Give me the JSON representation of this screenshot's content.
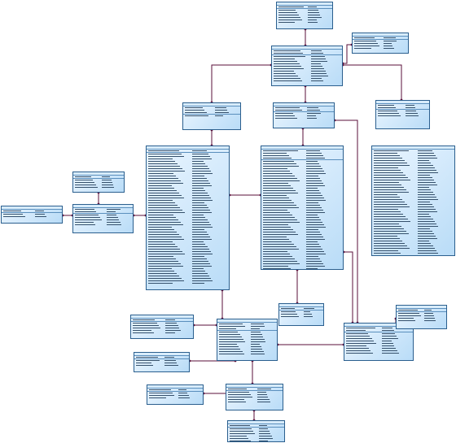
{
  "diagram": {
    "type": "entity-relationship",
    "colors": {
      "entity_fill_top": "#eaf5ff",
      "entity_fill_bottom": "#b9dcf7",
      "entity_border": "#2b5f8e",
      "relationship_line": "#5a0f3a"
    },
    "entities": [
      {
        "id": "e01",
        "pk_rows": 1,
        "rows": 7
      },
      {
        "id": "e02",
        "pk_rows": 1,
        "rows": 5
      },
      {
        "id": "e03",
        "pk_rows": 2,
        "rows": 13
      },
      {
        "id": "e04",
        "pk_rows": 3,
        "rows": 4
      },
      {
        "id": "e05",
        "pk_rows": 2,
        "rows": 5
      },
      {
        "id": "e06",
        "pk_rows": 2,
        "rows": 5
      },
      {
        "id": "e07",
        "pk_rows": 1,
        "rows": 55
      },
      {
        "id": "e08",
        "pk_rows": 4,
        "rows": 49
      },
      {
        "id": "e09",
        "pk_rows": 0,
        "rows": 43
      },
      {
        "id": "e10",
        "pk_rows": 1,
        "rows": 5
      },
      {
        "id": "e11",
        "pk_rows": 1,
        "rows": 3
      },
      {
        "id": "e12",
        "pk_rows": 2,
        "rows": 7
      },
      {
        "id": "e13",
        "pk_rows": 1,
        "rows": 6
      },
      {
        "id": "e14",
        "pk_rows": 1,
        "rows": 4
      },
      {
        "id": "e15",
        "pk_rows": 3,
        "rows": 13
      },
      {
        "id": "e16",
        "pk_rows": 1,
        "rows": 4
      },
      {
        "id": "e17",
        "pk_rows": 2,
        "rows": 11
      },
      {
        "id": "e18",
        "pk_rows": 1,
        "rows": 5
      },
      {
        "id": "e19",
        "pk_rows": 1,
        "rows": 6
      },
      {
        "id": "e20",
        "pk_rows": 1,
        "rows": 4
      },
      {
        "id": "e21",
        "pk_rows": 1,
        "rows": 7
      },
      {
        "id": "e22",
        "pk_rows": 1,
        "rows": 6
      }
    ],
    "relationships": [
      {
        "from": "e01",
        "to": "e03"
      },
      {
        "from": "e02",
        "to": "e03"
      },
      {
        "from": "e03",
        "to": "e04"
      },
      {
        "from": "e03",
        "to": "e05"
      },
      {
        "from": "e03",
        "to": "e06"
      },
      {
        "from": "e04",
        "to": "e07"
      },
      {
        "from": "e05",
        "to": "e08"
      },
      {
        "from": "e05",
        "to": "e17"
      },
      {
        "from": "e07",
        "to": "e08"
      },
      {
        "from": "e07",
        "to": "e12"
      },
      {
        "from": "e07",
        "to": "e15"
      },
      {
        "from": "e10",
        "to": "e12"
      },
      {
        "from": "e11",
        "to": "e12"
      },
      {
        "from": "e08",
        "to": "e16"
      },
      {
        "from": "e13",
        "to": "e15"
      },
      {
        "from": "e14",
        "to": "e15"
      },
      {
        "from": "e15",
        "to": "e17"
      },
      {
        "from": "e15",
        "to": "e19"
      },
      {
        "from": "e17",
        "to": "e18"
      },
      {
        "from": "e20",
        "to": "e21"
      },
      {
        "from": "e19",
        "to": "e21"
      },
      {
        "from": "e21",
        "to": "e22"
      }
    ]
  }
}
